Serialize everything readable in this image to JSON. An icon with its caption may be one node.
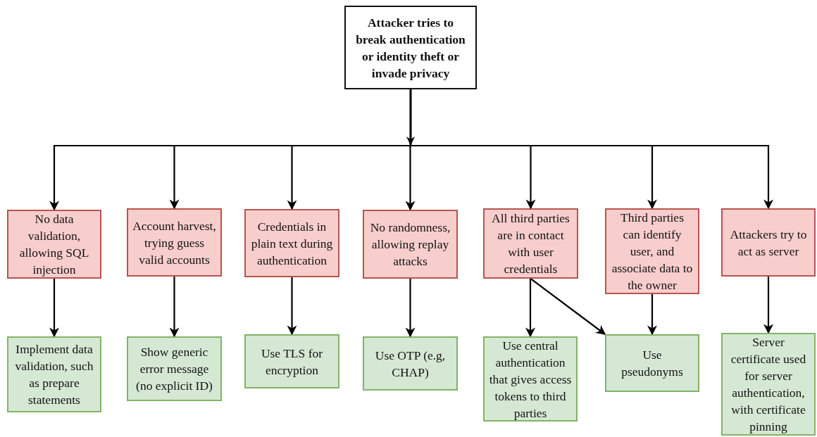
{
  "diagram": {
    "nodes": [
      {
        "text": [
          "Attacker tries to break authentication or identity theft or invade privacy"
        ]
      },
      {
        "text": [
          "No data validation, allowing SQL injection"
        ]
      },
      {
        "text": [
          "Account harvest, trying guess valid accounts"
        ]
      },
      {
        "text": [
          "Credentials in plain text during authentication"
        ]
      },
      {
        "text": [
          "No randomness, allowing replay attacks"
        ]
      },
      {
        "text": [
          "All third parties are in contact with user credentials"
        ]
      },
      {
        "text": [
          "Third parties can identify user, and associate data to the owner"
        ]
      },
      {
        "text": [
          "Attackers try to act as server"
        ]
      },
      {
        "text": [
          "Implement data validation, such as prepare statements"
        ]
      },
      {
        "text": [
          "Show generic error message (no explicit ID)"
        ]
      },
      {
        "text": [
          "Use TLS for encryption"
        ]
      },
      {
        "text": [
          "Use OTP (e.g, CHAP)"
        ]
      },
      {
        "text": [
          "Use central authentication that gives access tokens to third parties"
        ]
      },
      {
        "text": [
          "Use pseudonyms"
        ]
      },
      {
        "text": [
          "Server certificate used for server authentication, with certificate pinning"
        ]
      }
    ],
    "edges": [
      {
        "from": 0,
        "to": 1,
        "arrow": "to"
      },
      {
        "from": 0,
        "to": 2,
        "arrow": "to"
      },
      {
        "from": 0,
        "to": 3,
        "arrow": "to"
      },
      {
        "from": 0,
        "to": 4,
        "arrow": "to"
      },
      {
        "from": 0,
        "to": 5,
        "arrow": "to"
      },
      {
        "from": 0,
        "to": 6,
        "arrow": "to"
      },
      {
        "from": 0,
        "to": 7,
        "arrow": "to"
      },
      {
        "from": 1,
        "to": 8,
        "arrow": "to"
      },
      {
        "from": 2,
        "to": 9,
        "arrow": "to"
      },
      {
        "from": 3,
        "to": 10,
        "arrow": "to"
      },
      {
        "from": 4,
        "to": 11,
        "arrow": "to"
      },
      {
        "from": 5,
        "to": 12,
        "arrow": "to"
      },
      {
        "from": 5,
        "to": 13,
        "arrow": "to"
      },
      {
        "from": 6,
        "to": 13,
        "arrow": "to"
      },
      {
        "from": 7,
        "to": 14,
        "arrow": "to"
      }
    ]
  }
}
